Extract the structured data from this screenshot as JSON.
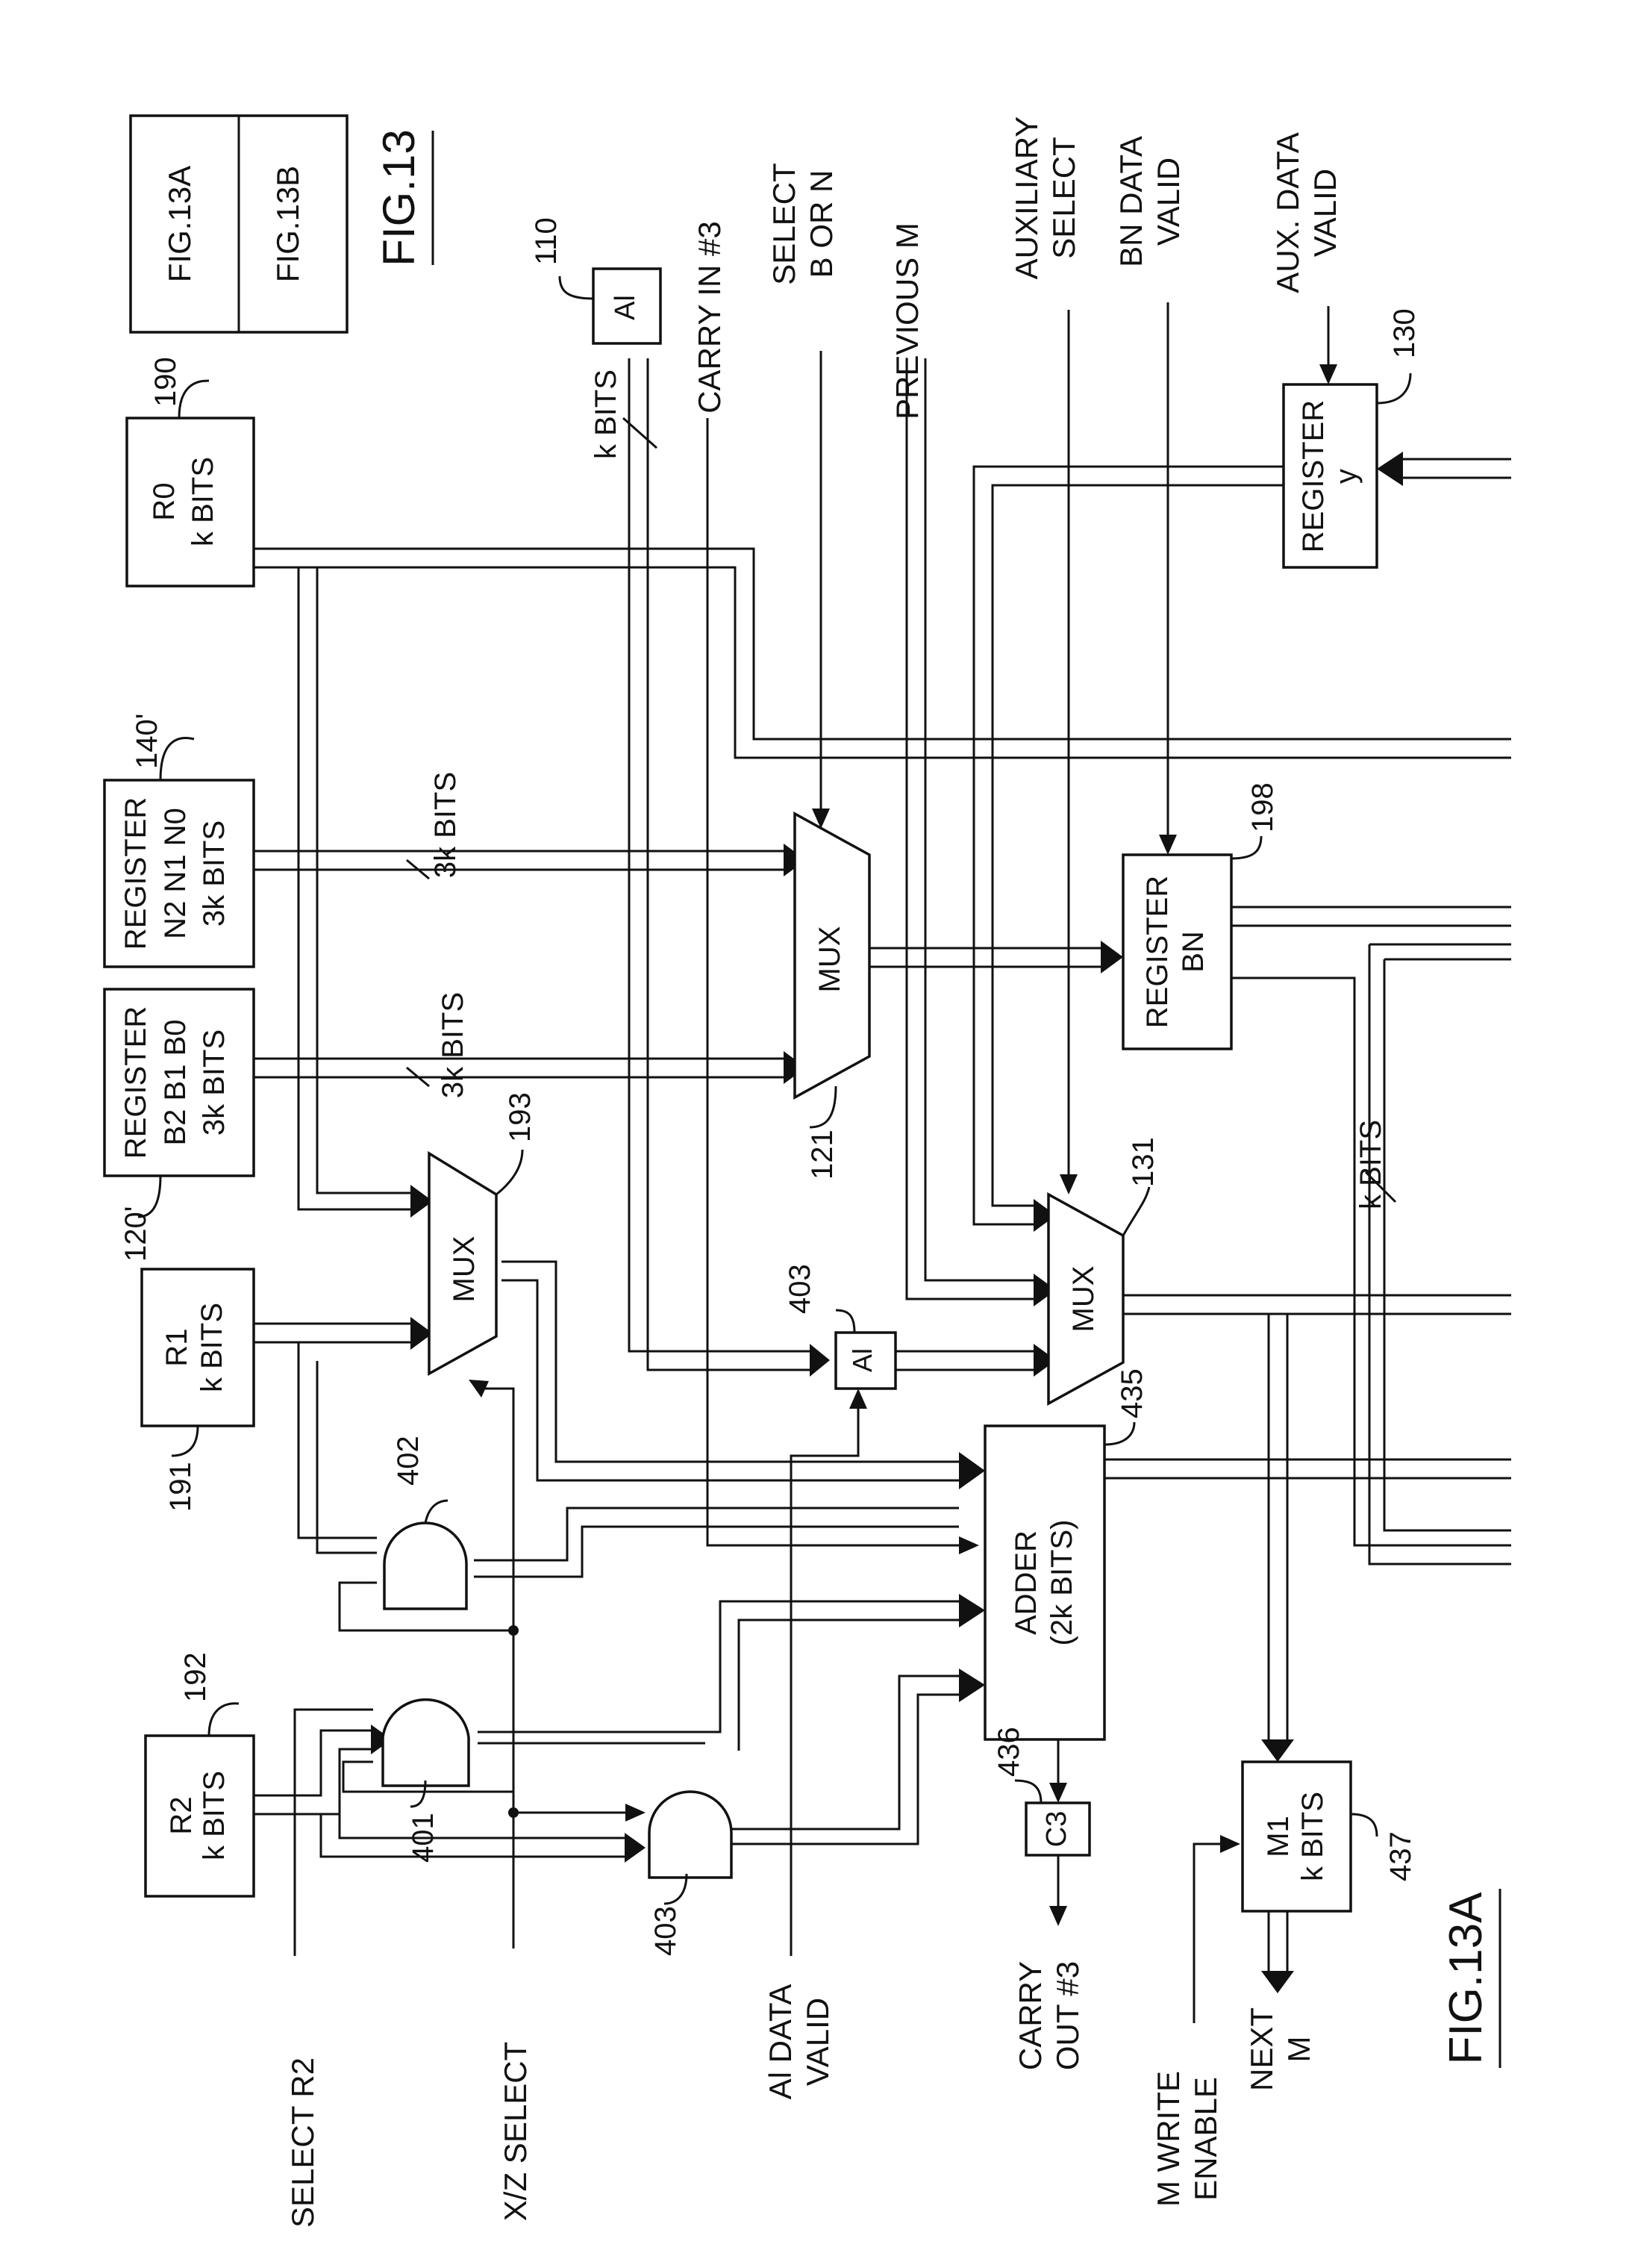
{
  "figure": {
    "sheet_title": "FIG.13",
    "part_title": "FIG.13A",
    "key_top": "FIG.13A",
    "key_bottom": "FIG.13B"
  },
  "blocks": {
    "r0": {
      "line1": "R0",
      "line2": "k BITS",
      "ref": "190"
    },
    "r1": {
      "line1": "R1",
      "line2": "k BITS",
      "ref": "191"
    },
    "r2": {
      "line1": "R2",
      "line2": "k BITS",
      "ref": "192"
    },
    "reg_b": {
      "line1": "REGISTER",
      "line2": "B2 B1 B0",
      "line3": "3k BITS",
      "ref": "120'"
    },
    "reg_n": {
      "line1": "REGISTER",
      "line2": "N2 N1 N0",
      "line3": "3k BITS",
      "ref": "140'"
    },
    "mux193": {
      "label": "MUX",
      "ref": "193"
    },
    "mux121": {
      "label": "MUX",
      "ref": "121"
    },
    "mux131": {
      "label": "MUX",
      "ref": "131"
    },
    "reg_bn": {
      "line1": "REGISTER",
      "line2": "BN",
      "ref": "198"
    },
    "reg_y": {
      "line1": "REGISTER",
      "line2": "y",
      "ref": "130"
    },
    "ai_110": {
      "label": "Al",
      "ref": "110"
    },
    "ai_403": {
      "label": "Al",
      "ref": "403"
    },
    "adder": {
      "line1": "ADDER",
      "line2": "(2k BITS)",
      "ref": "435"
    },
    "c3": {
      "label": "C3",
      "ref": "436"
    },
    "m1": {
      "line1": "M1",
      "line2": "k BITS",
      "ref": "437"
    },
    "gate401": {
      "ref": "401"
    },
    "gate402": {
      "ref": "402"
    },
    "gate403": {
      "ref": "403"
    }
  },
  "bus_labels": {
    "b_3k": "3k BITS",
    "n_3k": "3k BITS",
    "ai_kbits": "k BITS",
    "right_kbits": "k BITS"
  },
  "signals": {
    "select_r2": "SELECT R2",
    "xz_select": "X/Z SELECT",
    "ai_data_valid_1": "Al DATA",
    "ai_data_valid_2": "VALID",
    "carry_out_1": "CARRY",
    "carry_out_2": "OUT #3",
    "m_write_1": "M WRITE",
    "m_write_2": "ENABLE",
    "next_m_1": "NEXT",
    "next_m_2": "M",
    "carry_in": "CARRY IN #3",
    "select_bn_1": "SELECT",
    "select_bn_2": "B OR N",
    "previous_m": "PREVIOUS M",
    "aux_select_1": "AUXILIARY",
    "aux_select_2": "SELECT",
    "bn_valid_1": "BN DATA",
    "bn_valid_2": "VALID",
    "aux_valid_1": "AUX. DATA",
    "aux_valid_2": "VALID"
  }
}
